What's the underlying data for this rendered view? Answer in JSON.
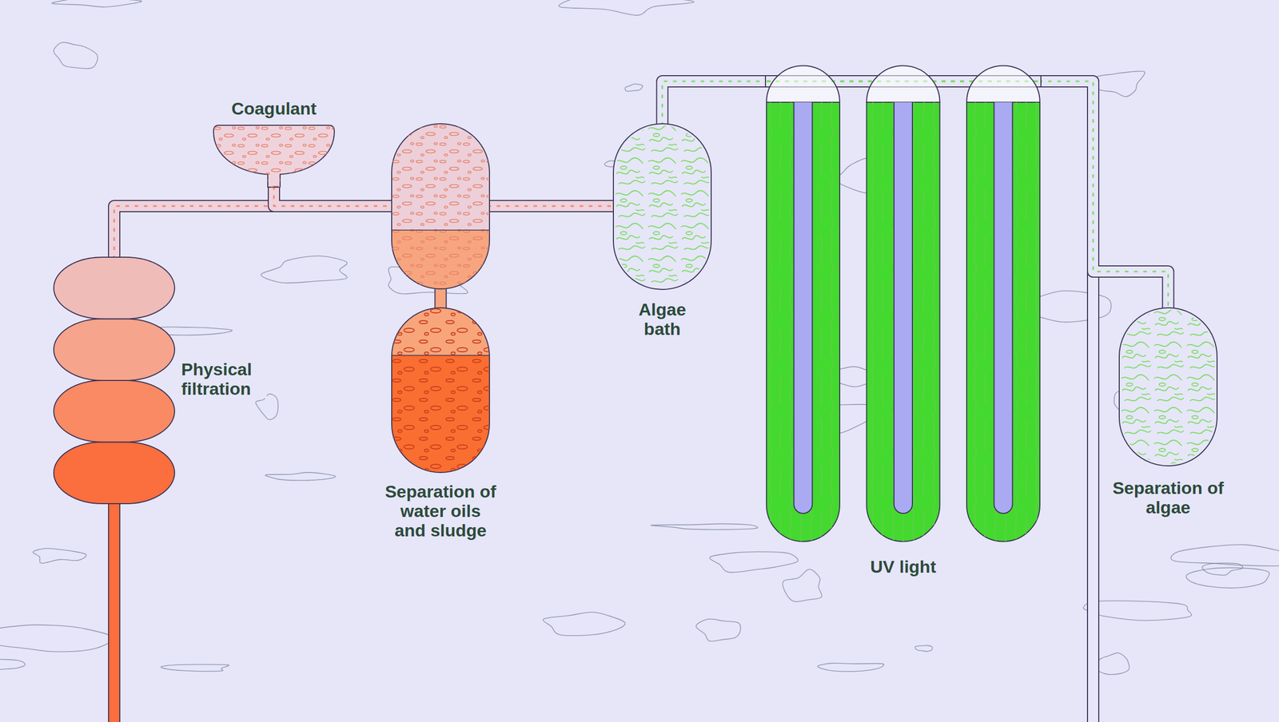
{
  "diagram": {
    "nodes": [
      {
        "text": [
          "Coagulant"
        ]
      },
      {
        "text": [
          "Physical filtration"
        ]
      },
      {
        "text": [
          "Separation of water oils and sludge"
        ]
      },
      {
        "text": [
          "Algae bath"
        ]
      },
      {
        "text": [
          "UV light"
        ]
      },
      {
        "text": [
          "Separation of algae"
        ]
      }
    ],
    "edges": [
      {
        "from": 1,
        "to": 2,
        "arrow": "none"
      },
      {
        "from": 0,
        "to": 2,
        "arrow": "none"
      },
      {
        "from": 2,
        "to": 3,
        "arrow": "none"
      },
      {
        "from": 3,
        "to": 4,
        "arrow": "none"
      },
      {
        "from": 4,
        "to": 5,
        "arrow": "none"
      }
    ]
  }
}
